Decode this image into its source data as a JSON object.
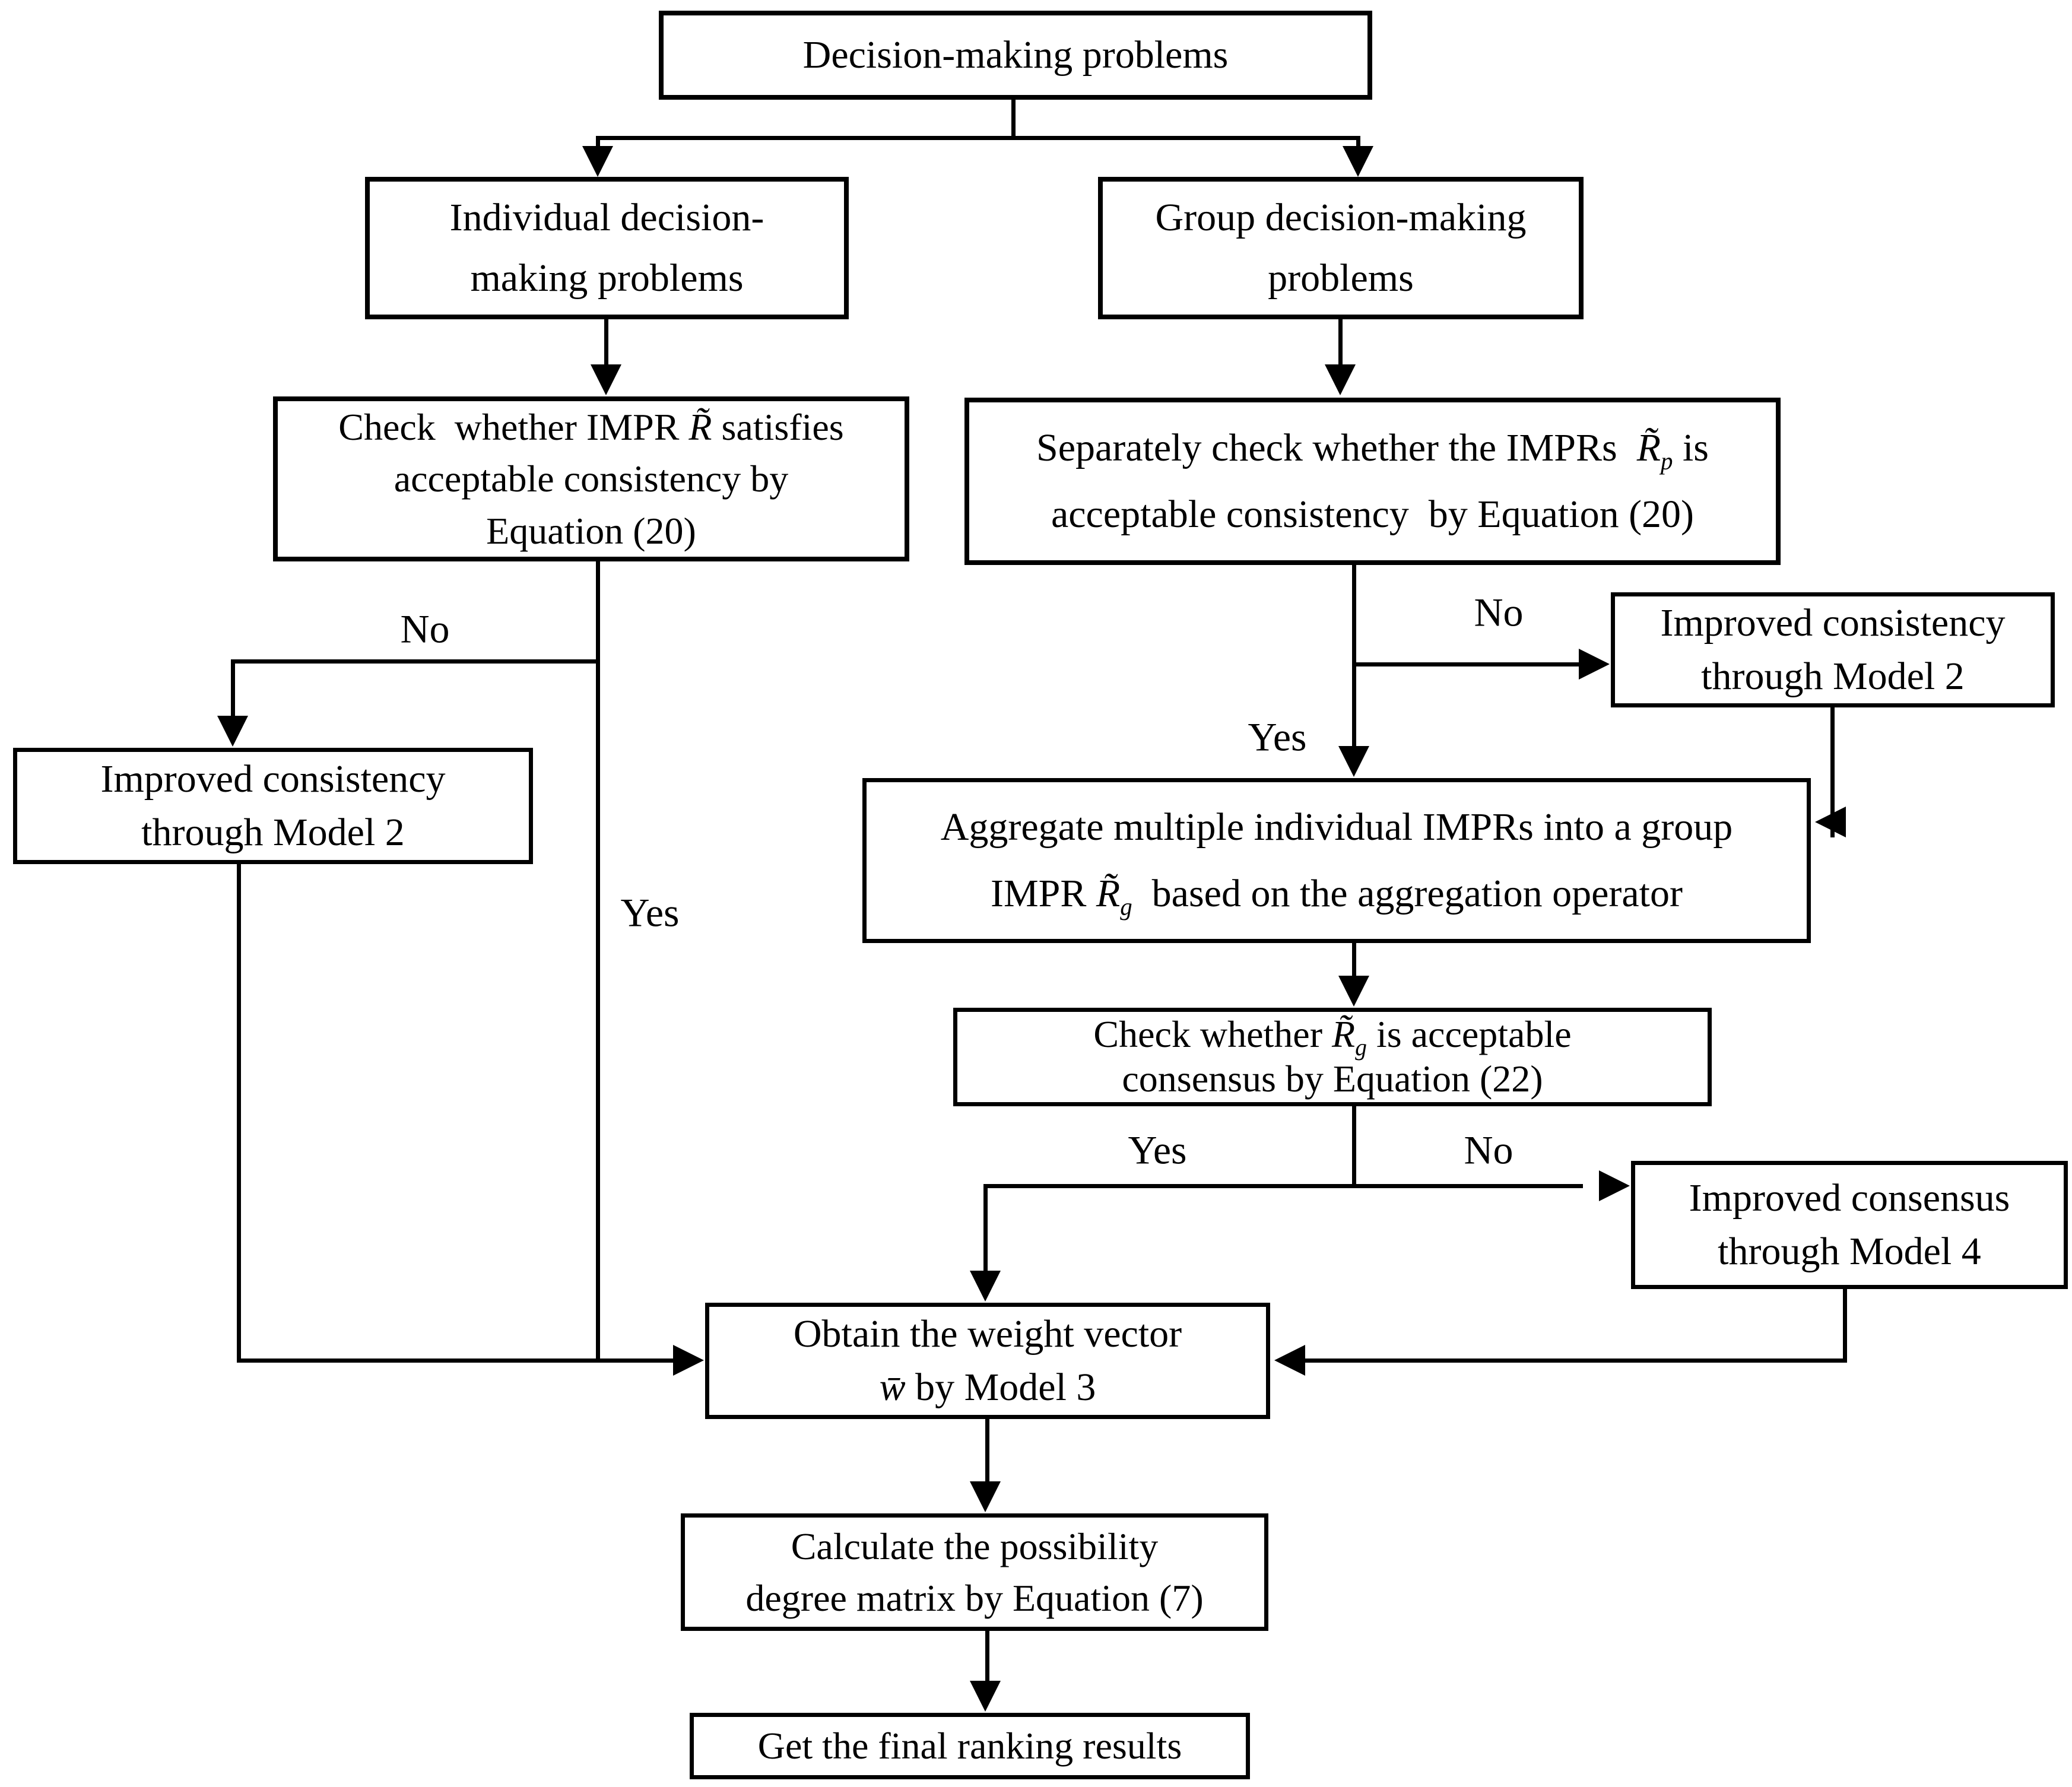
{
  "figure": {
    "background": "#ffffff",
    "line_color": "#000000"
  },
  "nodes": {
    "decision": {
      "label": "Decision-making problems"
    },
    "individual": {
      "line1": "Individual decision-",
      "line2": "making problems"
    },
    "group": {
      "line1": "Group decision-making",
      "line2": "problems"
    },
    "check_individual": {
      "line1_pre": "Check  whether IMPR ",
      "line1_math": "R̃",
      "line1_post": " satisfies",
      "line2": "acceptable consistency by",
      "line3": "Equation (20)"
    },
    "check_group": {
      "line1_pre": "Separately check whether the IMPRs  ",
      "line1_math": "R̃",
      "line1_sub": "p",
      "line1_post": " is",
      "line2": "acceptable consistency  by Equation (20)"
    },
    "improve_left": {
      "line1": "Improved consistency",
      "line2": "through Model 2"
    },
    "improve_right": {
      "line1": "Improved consistency",
      "line2": "through Model 2"
    },
    "aggregate": {
      "line1": "Aggregate multiple individual IMPRs into a group",
      "line2_pre": "IMPR ",
      "line2_math": "R̃",
      "line2_sub": "g",
      "line2_post": "  based on the aggregation operator"
    },
    "consensus": {
      "line1_pre": "Check whether ",
      "line1_math": "R̃",
      "line1_sub": "g",
      "line1_post": " is acceptable",
      "line2": "consensus by Equation (22)"
    },
    "improve_consensus": {
      "line1": "Improved consensus",
      "line2": "through Model 4"
    },
    "weight": {
      "line1": "Obtain the weight vector",
      "line2_math": "w̄",
      "line2_post": " by Model 3"
    },
    "possibility": {
      "line1": "Calculate the possibility",
      "line2": "degree matrix by Equation (7)"
    },
    "ranking": {
      "label": "Get the final ranking results"
    }
  },
  "edge_labels": {
    "no_individual": "No",
    "yes_individual": "Yes",
    "no_group": "No",
    "yes_group": "Yes",
    "yes_consensus": "Yes",
    "no_consensus": "No"
  }
}
